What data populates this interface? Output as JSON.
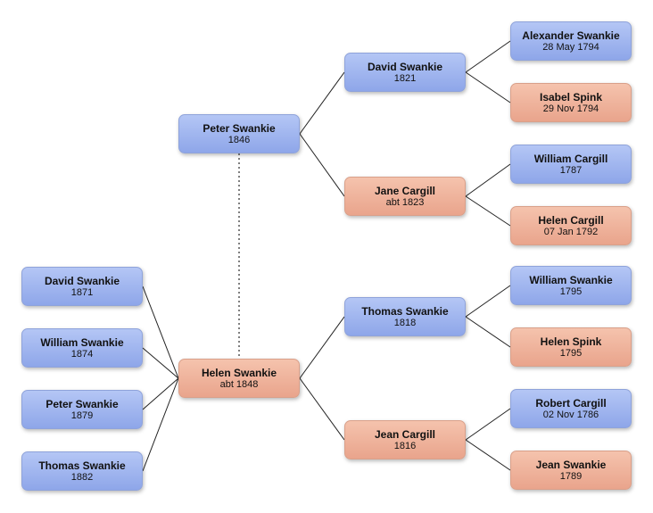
{
  "people": {
    "peter": {
      "name": "Peter Swankie",
      "date": "1846"
    },
    "helen": {
      "name": "Helen Swankie",
      "date": "abt 1848"
    },
    "child_david": {
      "name": "David Swankie",
      "date": "1871"
    },
    "child_william": {
      "name": "William Swankie",
      "date": "1874"
    },
    "child_peter": {
      "name": "Peter Swankie",
      "date": "1879"
    },
    "child_thomas": {
      "name": "Thomas Swankie",
      "date": "1882"
    },
    "father_david": {
      "name": "David Swankie",
      "date": "1821"
    },
    "mother_jane": {
      "name": "Jane Cargill",
      "date": "abt 1823"
    },
    "father_thomas": {
      "name": "Thomas Swankie",
      "date": "1818"
    },
    "mother_jean": {
      "name": "Jean Cargill",
      "date": "1816"
    },
    "gp_alexander": {
      "name": "Alexander Swankie",
      "date": "28 May 1794"
    },
    "gp_isabel": {
      "name": "Isabel Spink",
      "date": "29 Nov 1794"
    },
    "gp_william_c": {
      "name": "William Cargill",
      "date": "1787"
    },
    "gp_helen_c": {
      "name": "Helen Cargill",
      "date": "07 Jan 1792"
    },
    "gp_william_s": {
      "name": "William Swankie",
      "date": "1795"
    },
    "gp_helen_s": {
      "name": "Helen Spink",
      "date": "1795"
    },
    "gp_robert": {
      "name": "Robert Cargill",
      "date": "02 Nov 1786"
    },
    "gp_jean_s": {
      "name": "Jean Swankie",
      "date": "1789"
    }
  },
  "colors": {
    "male": "#9db2ee",
    "female": "#eeb198",
    "line": "#222222",
    "spouse_link": "#555555"
  }
}
